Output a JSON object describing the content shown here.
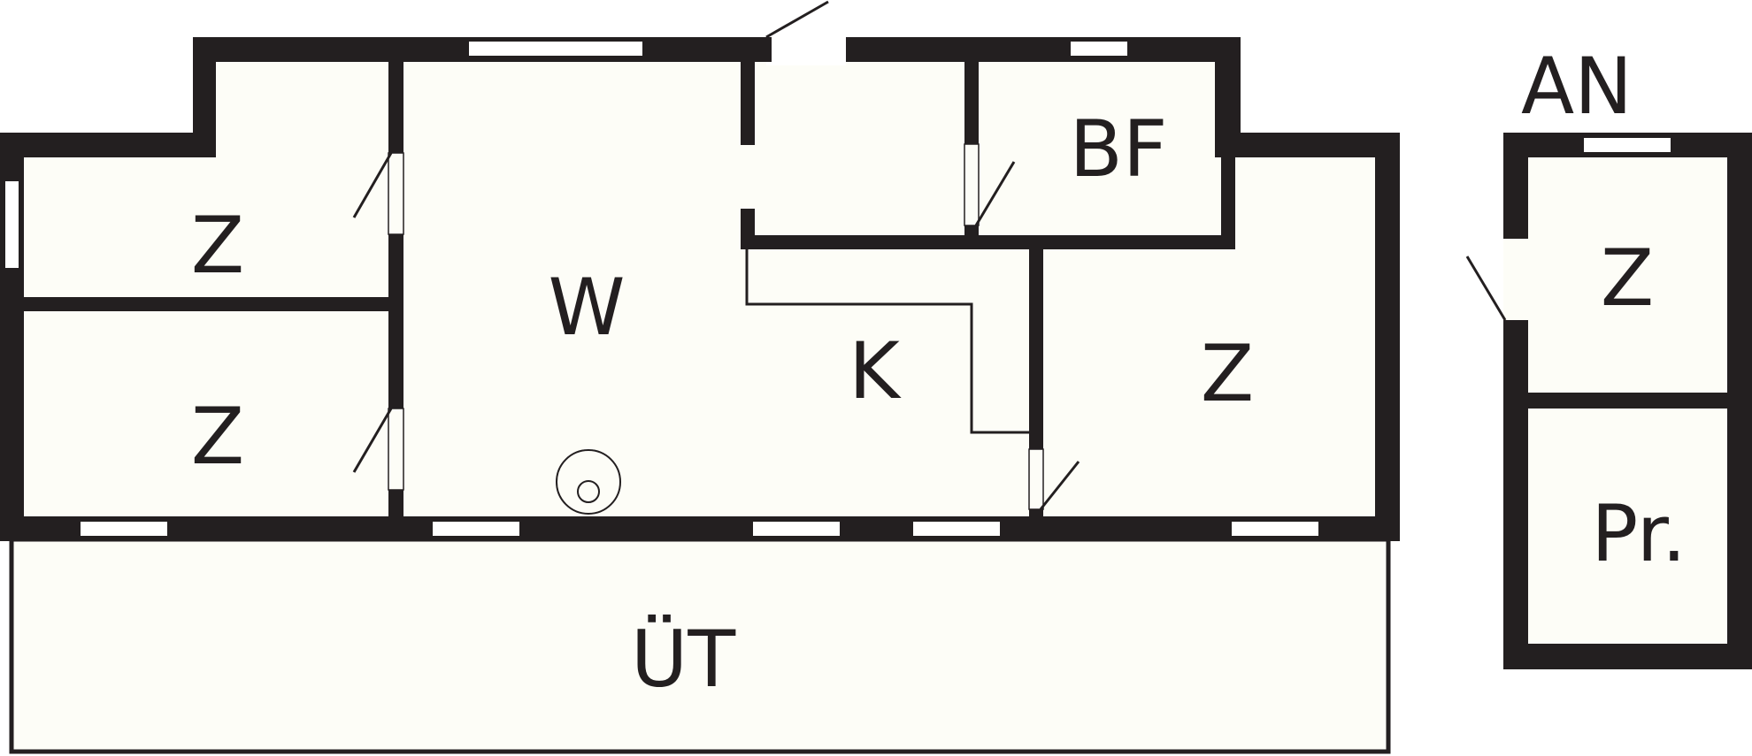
{
  "colors": {
    "wall": "#231f20",
    "floor": "#fdfdf7",
    "background": "#ffffff",
    "window": "#ffffff"
  },
  "rooms": {
    "bedroom_upper_left": "Z",
    "bedroom_lower_left": "Z",
    "living": "W",
    "kitchen": "K",
    "bedroom_right": "Z",
    "bathroom": "BF",
    "terrace": "ÜT",
    "annex_title": "AN",
    "annex_room": "Z",
    "annex_storage": "Pr."
  },
  "symbols": {
    "boiler": "boiler-icon"
  }
}
